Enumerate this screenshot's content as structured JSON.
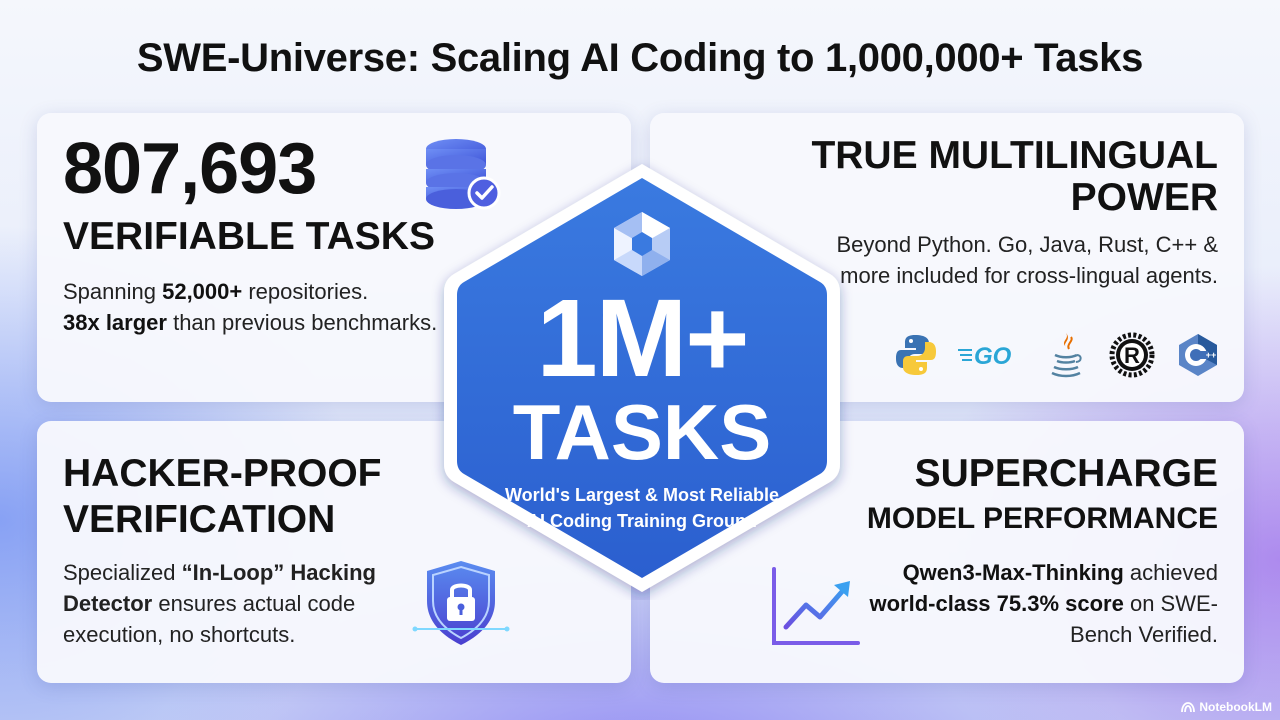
{
  "title": "SWE-Universe: Scaling AI Coding to 1,000,000+ Tasks",
  "top_left": {
    "number": "807,693",
    "heading": "VERIFIABLE TASKS",
    "line1_pre": "Spanning ",
    "line1_bold": "52,000+",
    "line1_post": " repositories.",
    "line2_bold": "38x larger",
    "line2_post": " than previous benchmarks.",
    "icon": "database-check-icon"
  },
  "top_right": {
    "heading": "TRUE MULTILINGUAL POWER",
    "body": "Beyond Python. Go, Java, Rust, C++ & more included for cross-lingual agents.",
    "languages": [
      "python-icon",
      "go-icon",
      "java-icon",
      "rust-icon",
      "cpp-icon"
    ],
    "go_text": "GO",
    "rust_letter": "R",
    "cpp_letter": "C",
    "cpp_plus": "++"
  },
  "center": {
    "big": "1M+",
    "tasks": "TASKS",
    "sub1": "World's Largest & Most Reliable",
    "sub2": "AI Coding Training Ground",
    "icon": "hex-cube-logo-icon"
  },
  "bottom_left": {
    "heading": "HACKER-PROOF VERIFICATION",
    "pre": "Specialized ",
    "bold": "“In-Loop” Hacking Detector",
    "post": " ensures actual code execution, no shortcuts.",
    "icon": "shield-lock-icon"
  },
  "bottom_right": {
    "heading1": "SUPERCHARGE",
    "heading2": "MODEL PERFORMANCE",
    "bold1": "Qwen3-Max-Thinking",
    "mid": " achieved ",
    "bold2": "world-class 75.3% score",
    "post": " on SWE-Bench Verified.",
    "icon": "trend-chart-icon"
  },
  "brand": "NotebookLM",
  "colors": {
    "hex_blue": "#2f6fd6",
    "hex_border": "#ffffff",
    "accent": "#3b5bdb"
  }
}
